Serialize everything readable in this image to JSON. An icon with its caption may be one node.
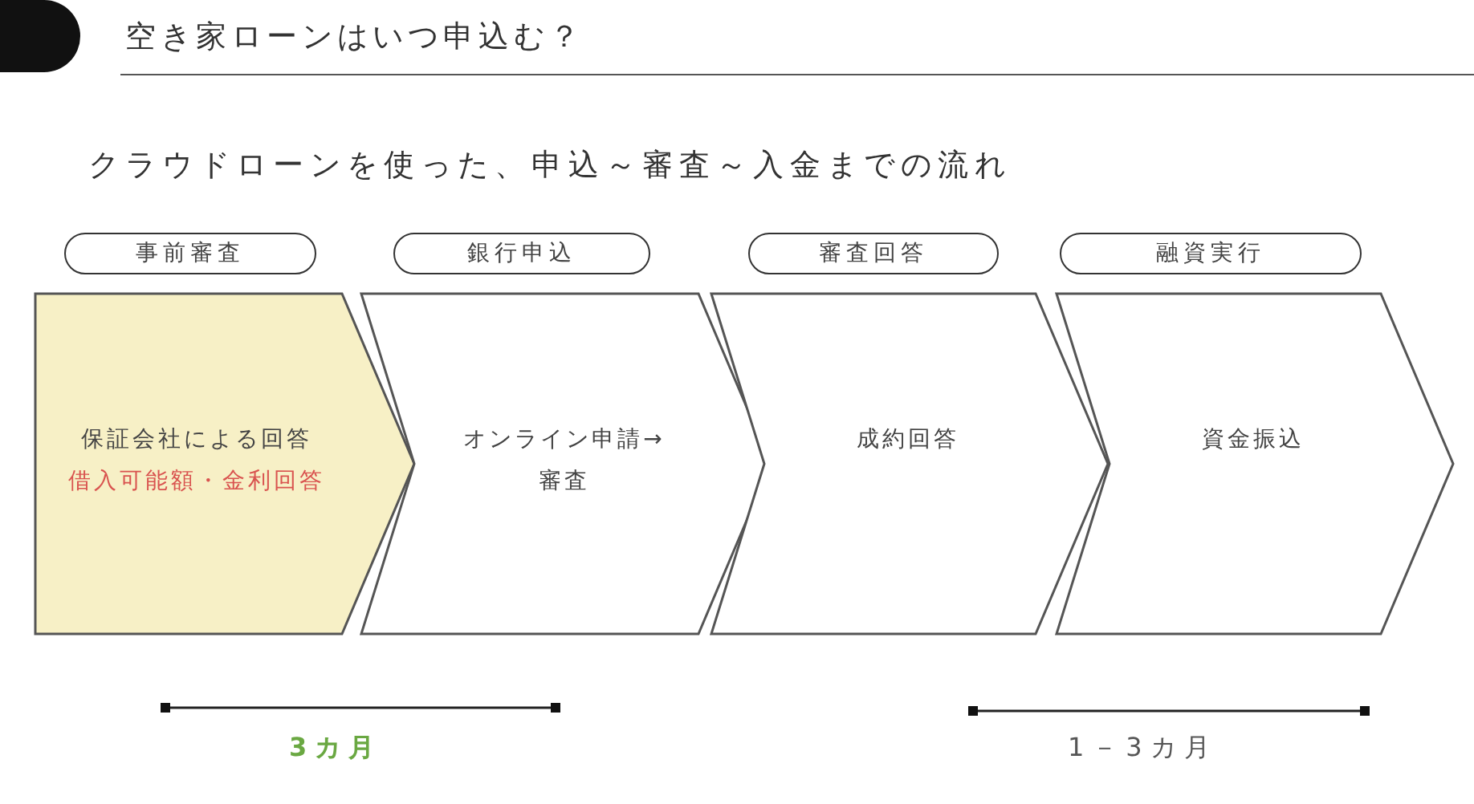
{
  "diagram": {
    "title": "空き家ローンはいつ申込む？",
    "nodes": [
      {
        "text": [
          "事前審査"
        ]
      },
      {
        "text": [
          "銀行申込"
        ]
      },
      {
        "text": [
          "審査回答"
        ]
      },
      {
        "text": [
          "融資実行"
        ]
      },
      {
        "text": [
          "保証会社による回答",
          "借入可能額・金利回答"
        ]
      },
      {
        "text": [
          "オンライン申請→審査"
        ]
      },
      {
        "text": [
          "成約回答"
        ]
      },
      {
        "text": [
          "資金振込"
        ]
      }
    ],
    "labels": [
      "クラウドローンを使った、申込～審査～入金までの流れ",
      "3カ月",
      "1－3カ月"
    ]
  }
}
